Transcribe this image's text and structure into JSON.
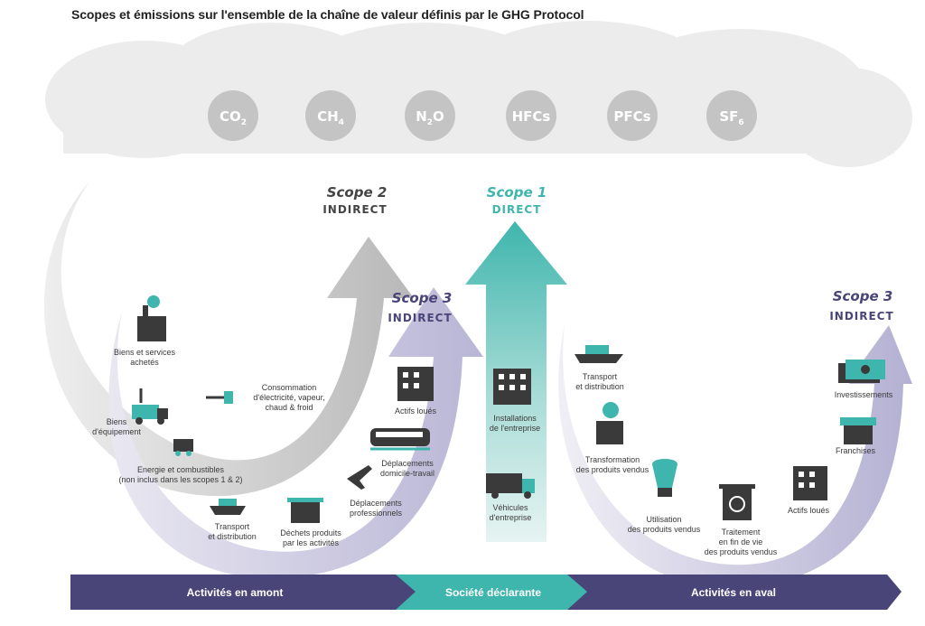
{
  "title": "Scopes et émissions sur l'ensemble de la chaîne de valeur définis par le GHG Protocol",
  "gases": [
    {
      "base": "CO",
      "sub": "2"
    },
    {
      "base": "CH",
      "sub": "4"
    },
    {
      "base": "N",
      "sub": "2",
      "tail": "O"
    },
    {
      "base": "HFCs",
      "sub": ""
    },
    {
      "base": "PFCs",
      "sub": ""
    },
    {
      "base": "SF",
      "sub": "6"
    }
  ],
  "scopes": {
    "scope2": {
      "name": "Scope 2",
      "type": "INDIRECT"
    },
    "scope1": {
      "name": "Scope 1",
      "type": "DIRECT"
    },
    "scope3_up": {
      "name": "Scope 3",
      "type": "INDIRECT"
    },
    "scope3_down": {
      "name": "Scope 3",
      "type": "INDIRECT"
    }
  },
  "upstream": {
    "biens_services": "Biens et services\nachetés",
    "biens_equipement": "Biens\nd'équipement",
    "energie": "Energie et combustibles\n(non inclus dans les scopes 1 & 2)",
    "transport": "Transport\net distribution",
    "dechets": "Déchets produits\npar les activités",
    "deplacements_pro": "Déplacements\nprofessionnels",
    "deplacements_domicile": "Déplacements\ndomicile-travail",
    "actifs_loues": "Actifs loués",
    "electricite": "Consommation\nd'électricité, vapeur,\nchaud & froid"
  },
  "company": {
    "installations": "Installations\nde l'entreprise",
    "vehicules": "Véhicules\nd'entreprise"
  },
  "downstream": {
    "transport": "Transport\net distribution",
    "transformation": "Transformation\ndes produits vendus",
    "utilisation": "Utilisation\ndes produits vendus",
    "traitement": "Traitement\nen fin de vie\ndes produits vendus",
    "actifs_loues": "Actifs loués",
    "franchises": "Franchises",
    "investissements": "Investissements"
  },
  "band": {
    "upstream": "Activités en amont",
    "company": "Société déclarante",
    "downstream": "Activités en aval"
  },
  "colors": {
    "teal": "#3fb6ad",
    "purple": "#4a4578",
    "lavender": "#c9c6e0",
    "gray_arc": "#bdbdbd",
    "cloud": "#ececec",
    "gas_circle": "#c4c4c4"
  }
}
